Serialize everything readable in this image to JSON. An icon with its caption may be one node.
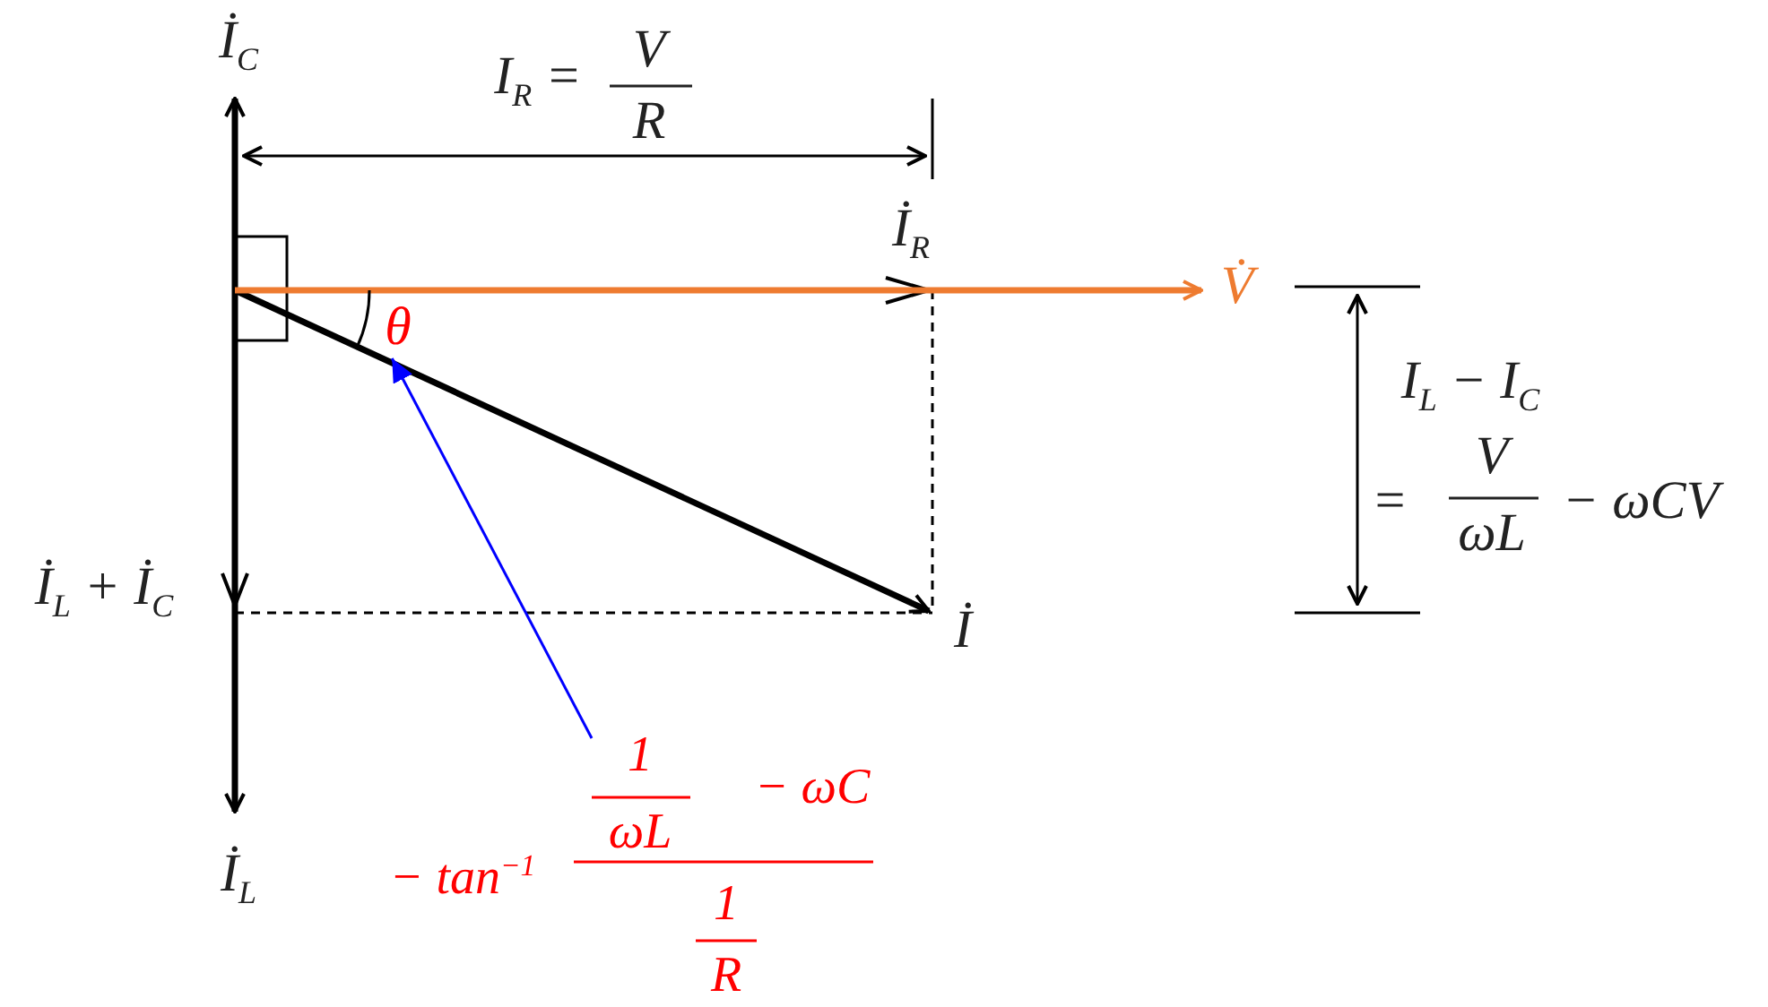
{
  "diagram": {
    "nodes": [
      {
        "text": [
          "− tan$^{−1}$",
          "1",
          "ωL",
          "− ωC",
          "1",
          "R"
        ]
      },
      {
        "text": [
          "θ"
        ]
      }
    ],
    "edges": [
      {
        "from": 0,
        "to": 1,
        "arrow": "to",
        "color": "#0000ff"
      }
    ],
    "labels": [
      "İ$_{C}$",
      "I$_{R}$ =",
      "V",
      "R",
      "İ$_{R}$",
      "V̇",
      "I$_{L}$ − I$_{C}$",
      "=",
      "V",
      "ωL",
      "− ωCV",
      "İ$_{L}$ + İ$_{C}$",
      "İ",
      "İ$_{L}$"
    ]
  }
}
